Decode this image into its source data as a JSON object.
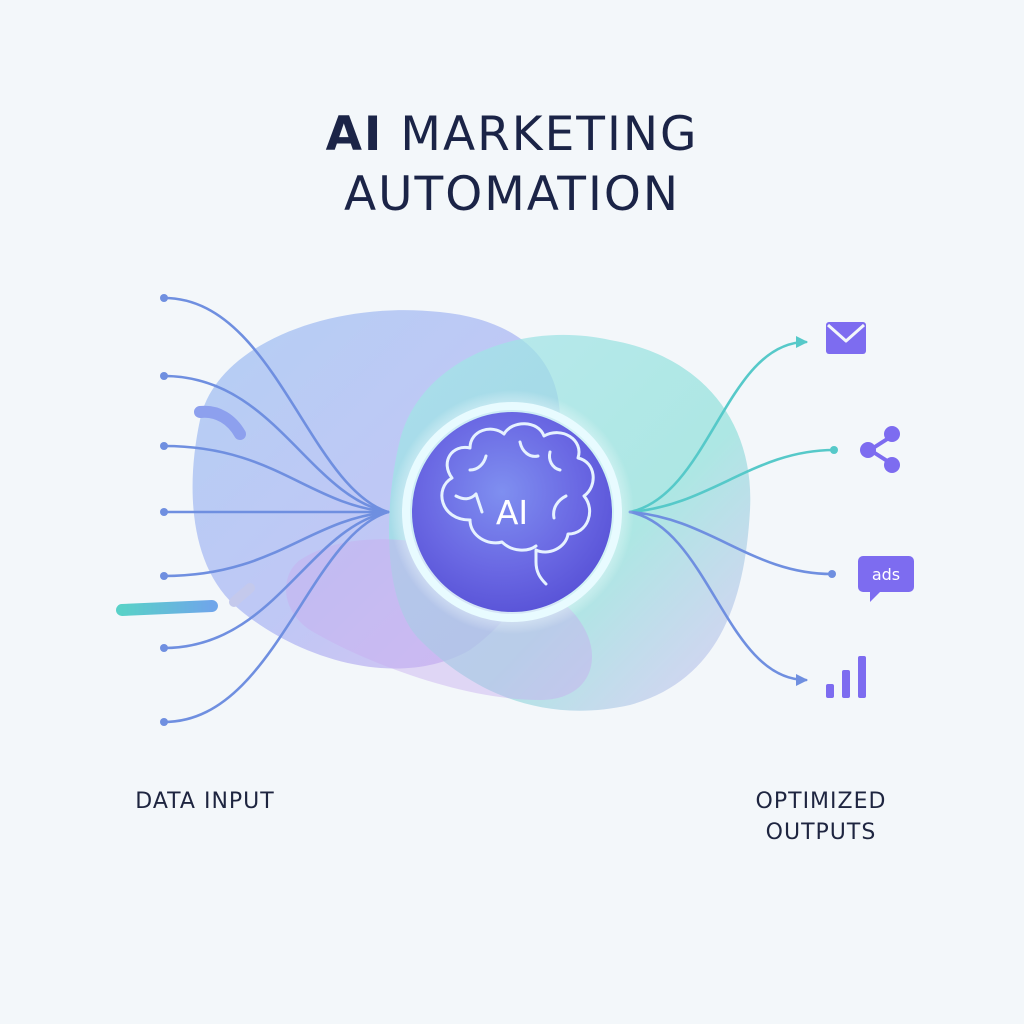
{
  "title": {
    "line1_strong": "AI",
    "line1_rest": "MARKETING",
    "line2": "AUTOMATION"
  },
  "hub": {
    "label": "AI",
    "icon": "brain-icon"
  },
  "inputs": {
    "label": "DATA INPUT"
  },
  "outputs": {
    "label_line1": "OPTIMIZED",
    "label_line2": "OUTPUTS",
    "items": [
      {
        "icon": "envelope-icon"
      },
      {
        "icon": "share-icon"
      },
      {
        "icon": "ads-chat-icon",
        "text": "ads"
      },
      {
        "icon": "bar-chart-icon"
      }
    ]
  },
  "colors": {
    "background": "#f3f7fa",
    "title": "#1b2447",
    "line_blue": "#6f8fe0",
    "line_teal": "#56c9c9",
    "hub_purple": "#6a5fe0",
    "icon_purple": "#7d6cf0"
  }
}
